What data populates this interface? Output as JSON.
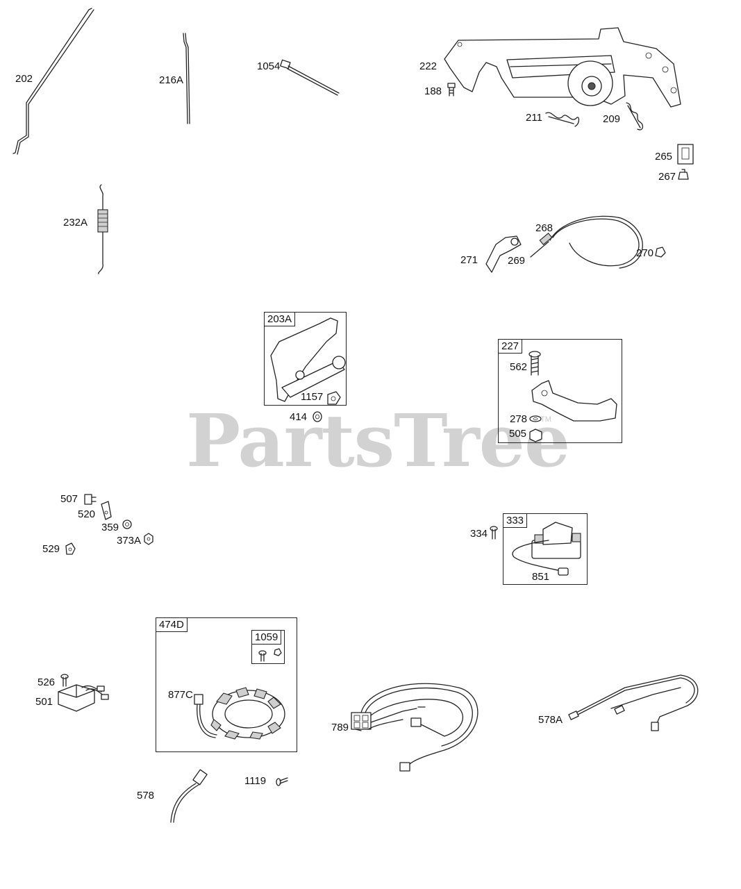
{
  "watermark": {
    "text": "PartsTree",
    "trademark": "TM"
  },
  "callouts": {
    "c202": "202",
    "c216A": "216A",
    "c1054": "1054",
    "c222": "222",
    "c188": "188",
    "c211": "211",
    "c209": "209",
    "c265": "265",
    "c267": "267",
    "c232A": "232A",
    "c268": "268",
    "c271": "271",
    "c269": "269",
    "c270": "270",
    "c1157": "1157",
    "c414": "414",
    "c562": "562",
    "c278": "278",
    "c505": "505",
    "c507": "507",
    "c520": "520",
    "c359": "359",
    "c373A": "373A",
    "c529": "529",
    "c334": "334",
    "c851": "851",
    "c526": "526",
    "c501": "501",
    "c877C": "877C",
    "c789": "789",
    "c578A": "578A",
    "c578": "578",
    "c1119": "1119"
  },
  "kits": {
    "k203A": "203A",
    "k227": "227",
    "k333": "333",
    "k474D": "474D",
    "k1059": "1059"
  }
}
